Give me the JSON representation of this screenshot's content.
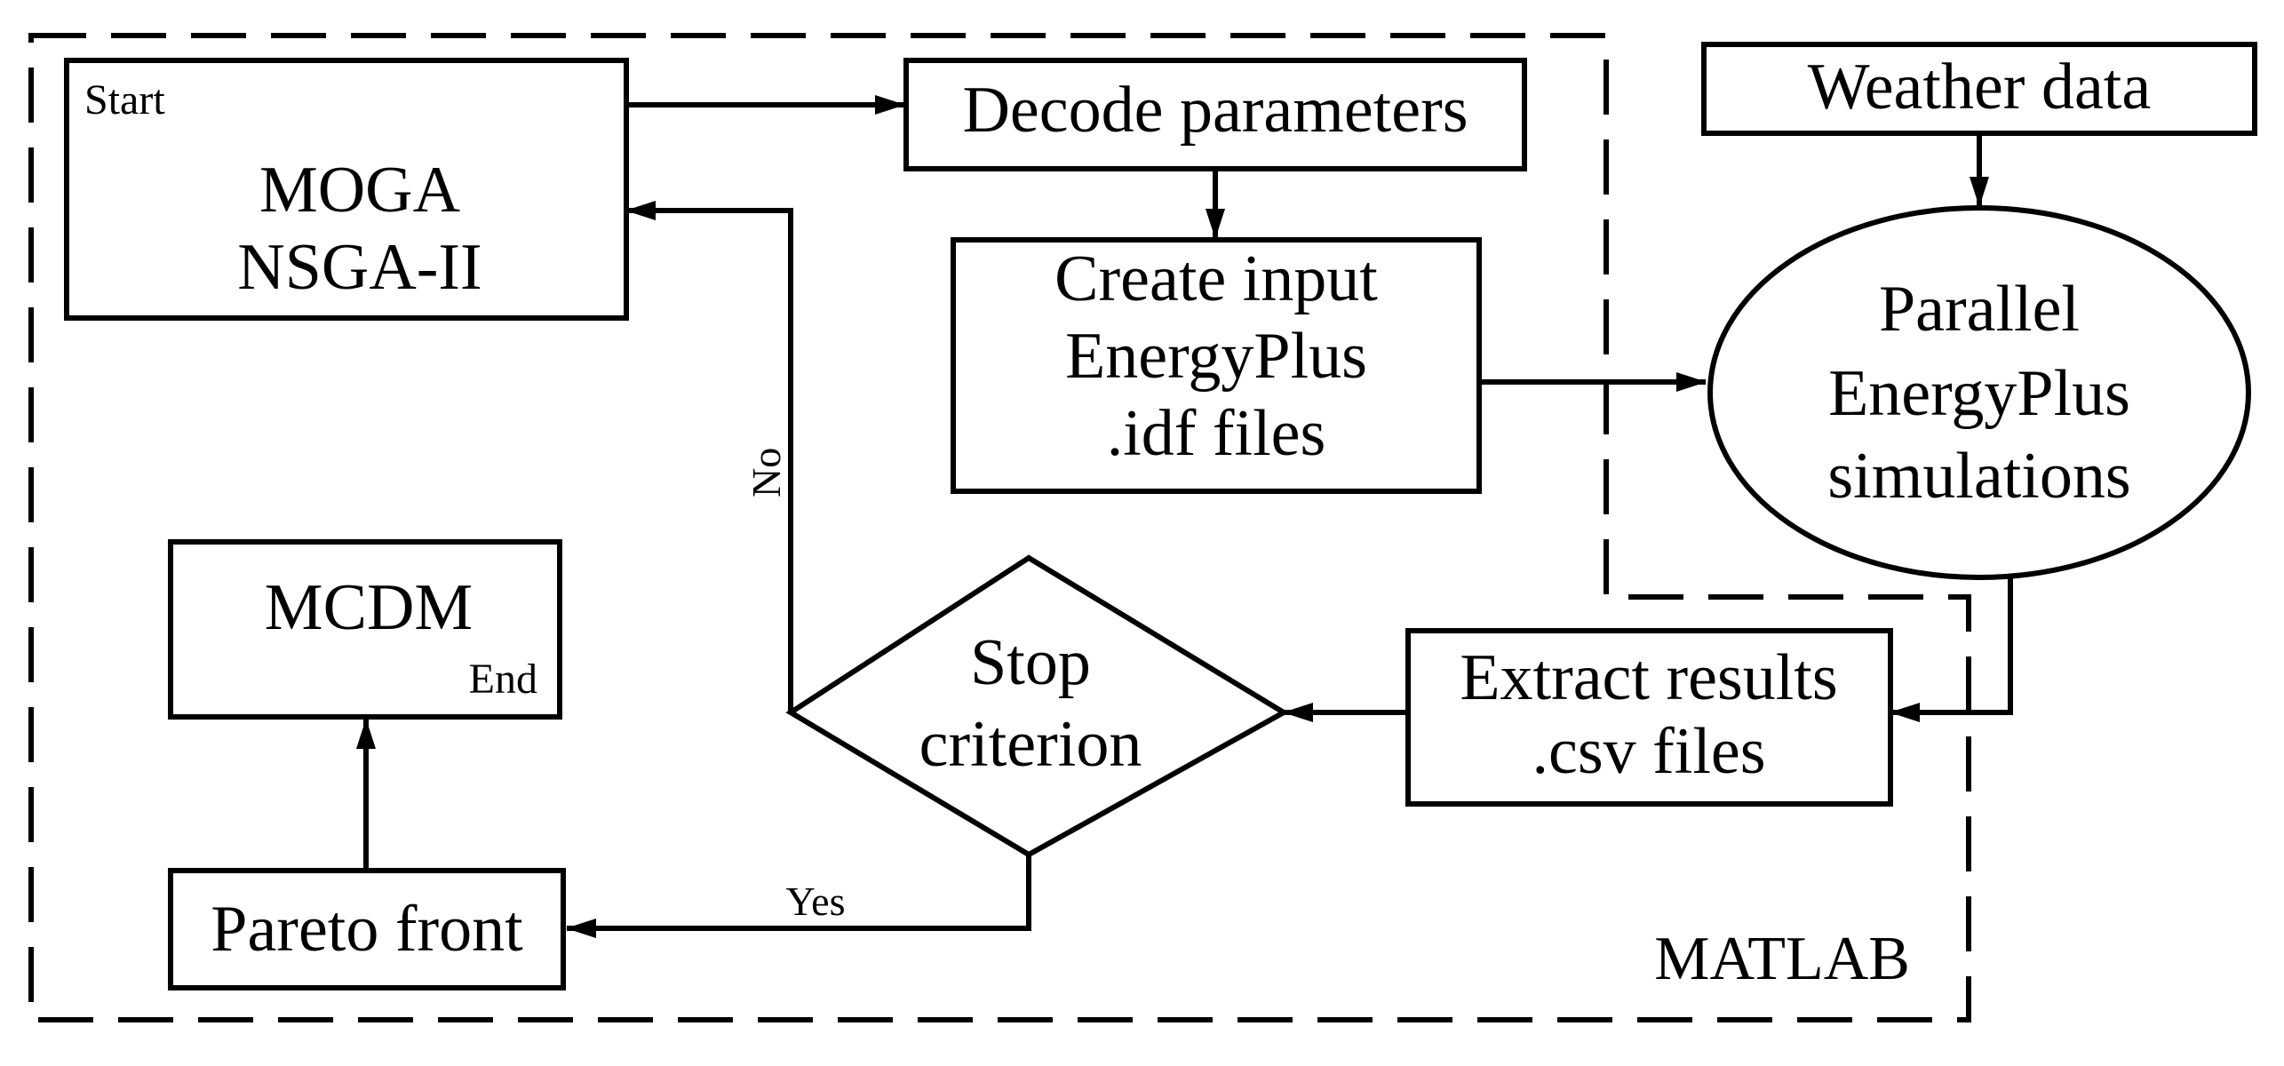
{
  "nodes": {
    "moga": {
      "corner_label": "Start",
      "lines": [
        "MOGA",
        "NSGA-II"
      ]
    },
    "decode": {
      "lines": [
        "Decode parameters"
      ]
    },
    "create_input": {
      "lines": [
        "Create input",
        "EnergyPlus",
        ".idf files"
      ]
    },
    "weather": {
      "lines": [
        "Weather data"
      ]
    },
    "parallel": {
      "lines": [
        "Parallel",
        "EnergyPlus",
        "simulations"
      ]
    },
    "extract": {
      "lines": [
        "Extract results",
        ".csv files"
      ]
    },
    "stop": {
      "lines": [
        "Stop",
        "criterion"
      ]
    },
    "mcdm": {
      "lines": [
        "MCDM"
      ],
      "corner_label": "End"
    },
    "pareto": {
      "lines": [
        "Pareto front"
      ]
    }
  },
  "edge_labels": {
    "no": "No",
    "yes": "Yes"
  },
  "region_label": "MATLAB",
  "colors": {
    "stroke": "#000000",
    "background": "#ffffff"
  }
}
